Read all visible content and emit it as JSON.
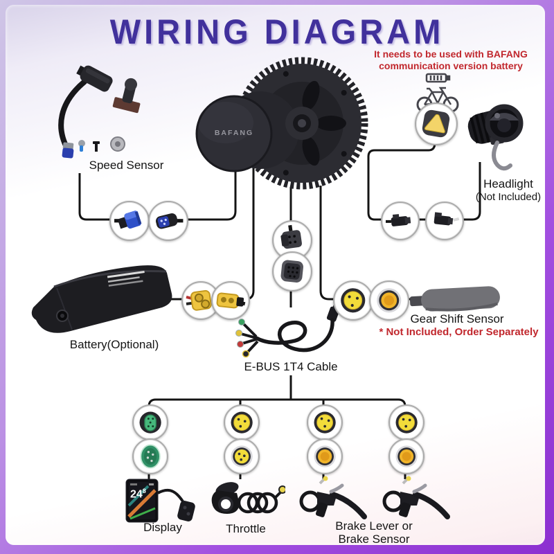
{
  "title": "WIRING DIAGRAM",
  "warning": {
    "line1": "It needs to be used with BAFANG",
    "line2": "communication version battery"
  },
  "motor": {
    "brand": "BAFANG"
  },
  "display_screen": {
    "speed": "24",
    "speed_sup": "8"
  },
  "labels": {
    "speed_sensor": "Speed Sensor",
    "headlight": "Headlight",
    "headlight_note": "(Not Included)",
    "battery": "Battery(Optional)",
    "gear_shift": "Gear Shift Sensor",
    "gear_shift_note": "* Not Included, Order Separately",
    "ebus": "E-BUS 1T4 Cable",
    "display": "Display",
    "throttle": "Throttle",
    "brake_line1": "Brake Lever or",
    "brake_line2": "Brake Sensor"
  },
  "connectors": {
    "speed": [
      "blue-plug",
      "blue-socket"
    ],
    "battery": [
      "xt60-female",
      "xt60-male"
    ],
    "motor_ebus": [
      "black-plug",
      "black-socket"
    ],
    "gear_shift": [
      "yellow-round-3pin",
      "yellow-round-amber"
    ],
    "headlight": [
      "black-plug-small",
      "black-socket-small"
    ],
    "headlight_port": [
      "yellow-triangle"
    ],
    "branch_display": [
      "green-5pin-plug",
      "green-5pin-socket"
    ],
    "branch_throttle": [
      "yellow-round-3pin",
      "yellow-round-amber"
    ],
    "branch_brake_left": [
      "yellow-round-3pin",
      "yellow-round-amber"
    ],
    "branch_brake_right": [
      "yellow-round-3pin",
      "yellow-round-amber"
    ]
  },
  "colors": {
    "title": "#41319c",
    "warning_red": "#c1272d",
    "frame_purple": "#9233d6",
    "wire": "#141414",
    "connector_yellow": "#f2dc3a",
    "connector_amber": "#f0b42a",
    "connector_green": "#3cb878",
    "connector_blue": "#2e50c8"
  }
}
